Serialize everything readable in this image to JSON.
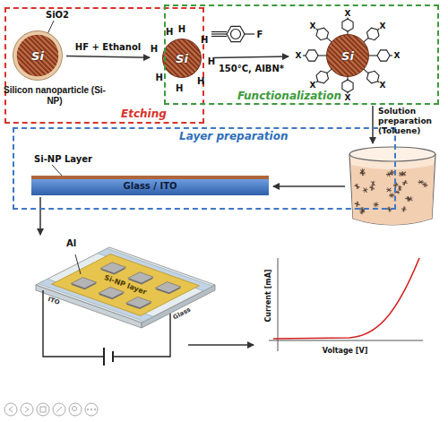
{
  "diagram": {
    "nodes": [
      {
        "text": [
          "Etching"
        ]
      },
      {
        "text": [
          "Si",
          "Silicon nanoparticle (Si-NP)"
        ],
        "in": 0
      },
      {
        "text": [
          "Si"
        ],
        "in": 0
      },
      {
        "text": [
          "Functionalization"
        ]
      },
      {
        "text": [
          "Si"
        ],
        "in": 3
      },
      {
        "text": [
          "Layer preparation"
        ]
      },
      {
        "text": [
          "Glass / ITO"
        ],
        "in": 5
      }
    ],
    "edges": [
      {
        "from": 1,
        "to": 2,
        "label": "HF + Ethanol",
        "arrow": "to"
      },
      {
        "from": 2,
        "to": 4,
        "label": "150°C, AIBN*",
        "arrow": "to"
      }
    ],
    "labels": [
      "SiO2",
      "H",
      "H",
      "H",
      "H",
      "H",
      "H",
      "H",
      "H",
      "F",
      "X",
      "X",
      "X",
      "X",
      "X",
      "X",
      "X",
      "X",
      "Solution preparation (Toluene)",
      "Si-NP Layer",
      "Al",
      "Si-NP layer",
      "ITO",
      "Glass",
      "Current [mA]",
      "Voltage [V]"
    ]
  }
}
